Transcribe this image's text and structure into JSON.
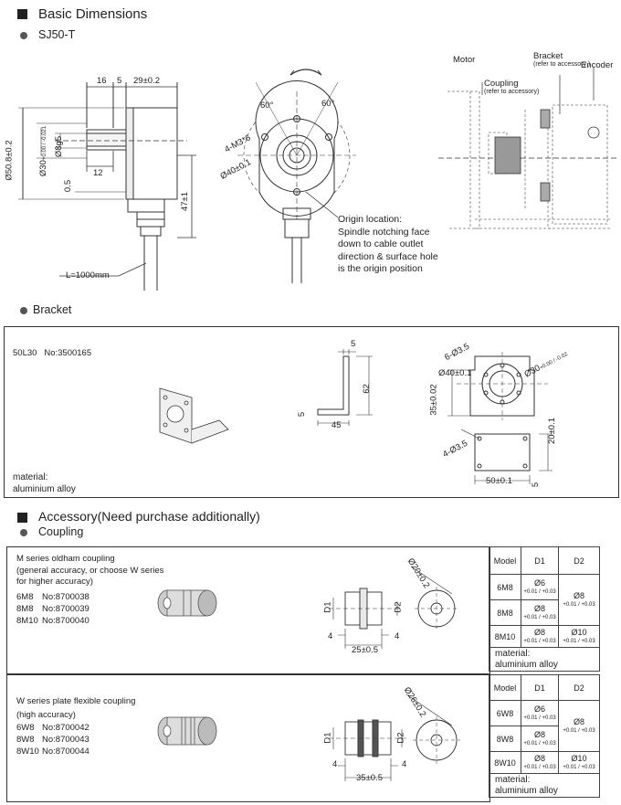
{
  "basic": {
    "title": "Basic Dimensions",
    "model": "SJ50-T",
    "dims": {
      "d16": "16",
      "d5": "5",
      "d29": "29±0.2",
      "d50": "Ø50.8±0.2",
      "d30": "Ø30",
      "d30_tol": "+0.00 / -0.021",
      "d8": "Ø8g5",
      "d12": "12",
      "d05": "0.5",
      "d47": "47±1",
      "cable": "L=1000mm",
      "a60l": "60°",
      "a60r": "60°",
      "holes": "4-M3*6",
      "d40": "Ø40±0.1"
    },
    "origin_note": [
      "Origin location:",
      "Spindle notching face",
      "down to cable outlet",
      "direction & surface hole",
      "is the origin position"
    ],
    "assembly": {
      "motor": "Motor",
      "bracket": "Bracket",
      "bracket_ref": "(refer to accessory )",
      "encoder": "Encoder",
      "coupling": "Coupling",
      "coupling_ref": "(refer to accessory)"
    }
  },
  "bracket": {
    "title": "Bracket",
    "model": "50L30",
    "no_label": "No:",
    "no": "3500165",
    "dims": {
      "t5a": "5",
      "h62": "62",
      "t5b": "5",
      "w45": "45",
      "holes6": "6-Ø3.5",
      "d40": "Ø40±0.1",
      "d30": "Ø30",
      "d30_tol": "+0.00 / -0.02",
      "h35": "35±0.02",
      "holes4": "4-Ø3.5",
      "h20": "20±0.1",
      "w50": "50±0.1",
      "t5c": "5"
    },
    "material": [
      "material:",
      "aluminium alloy"
    ]
  },
  "accessory": {
    "title": "Accessory(Need purchase additionally)",
    "sub": "Coupling"
  },
  "m_series": {
    "desc": [
      "M series oldham coupling",
      "(general accuracy, or choose W series",
      "for higher accuracy)"
    ],
    "items": [
      {
        "model": "6M8",
        "no": "No:8700038"
      },
      {
        "model": "8M8",
        "no": "No:8700039"
      },
      {
        "model": "8M10",
        "no": "No:8700040"
      }
    ],
    "dims": {
      "d20": "Ø20±0.2",
      "D1": "D1",
      "D2": "D2",
      "w4a": "4",
      "w4b": "4",
      "w25": "25±0.5"
    },
    "table": {
      "headers": [
        "Model",
        "D1",
        "D2"
      ],
      "rows": [
        {
          "model": "6M8",
          "d1": "Ø6",
          "d1_tol": "+0.01 / +0.03"
        },
        {
          "model": "8M8",
          "d1": "Ø8",
          "d1_tol": "+0.01 / +0.03"
        },
        {
          "model": "8M10",
          "d1": "Ø8",
          "d1_tol": "+0.01 / +0.03"
        }
      ],
      "d2_a": "Ø8",
      "d2_a_tol": "+0.01 / +0.03",
      "d2_b": "Ø10",
      "d2_b_tol": "+0.01 / +0.03",
      "material": [
        "material:",
        "aluminium alloy"
      ]
    }
  },
  "w_series": {
    "desc": [
      "W series plate flexible coupling",
      "(high accuracy)"
    ],
    "items": [
      {
        "model": "6W8",
        "no": "No:8700042"
      },
      {
        "model": "8W8",
        "no": "No:8700043"
      },
      {
        "model": "8W10",
        "no": "No:8700044"
      }
    ],
    "dims": {
      "d26": "Ø26±0.2",
      "D1": "D1",
      "D2": "D2",
      "w4a": "4",
      "w4b": "4",
      "w35": "35±0.5"
    },
    "table": {
      "headers": [
        "Model",
        "D1",
        "D2"
      ],
      "rows": [
        {
          "model": "6W8",
          "d1": "Ø6",
          "d1_tol": "+0.01 / +0.03"
        },
        {
          "model": "8W8",
          "d1": "Ø8",
          "d1_tol": "+0.01 / +0.03"
        },
        {
          "model": "8W10",
          "d1": "Ø8",
          "d1_tol": "+0.01 / +0.03"
        }
      ],
      "d2_a": "Ø8",
      "d2_a_tol": "+0.01 / +0.03",
      "d2_b": "Ø10",
      "d2_b_tol": "+0.01 / +0.03",
      "material": [
        "material:",
        "aluminium alloy"
      ]
    }
  }
}
